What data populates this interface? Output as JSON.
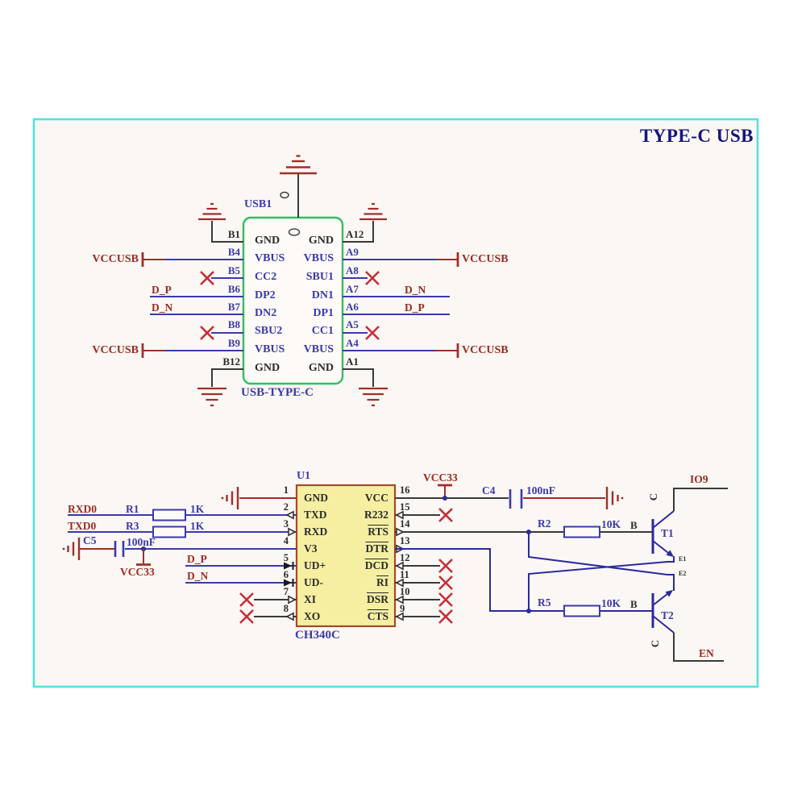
{
  "title": "TYPE-C USB",
  "usb": {
    "designator": "USB1",
    "footprint_label": "USB-TYPE-C",
    "left_pins": [
      {
        "pin": "B1",
        "signal": "GND"
      },
      {
        "pin": "B4",
        "signal": "VBUS"
      },
      {
        "pin": "B5",
        "signal": "CC2"
      },
      {
        "pin": "B6",
        "signal": "DP2"
      },
      {
        "pin": "B7",
        "signal": "DN2"
      },
      {
        "pin": "B8",
        "signal": "SBU2"
      },
      {
        "pin": "B9",
        "signal": "VBUS"
      },
      {
        "pin": "B12",
        "signal": "GND"
      }
    ],
    "right_pins": [
      {
        "pin": "A12",
        "signal": "GND"
      },
      {
        "pin": "A9",
        "signal": "VBUS"
      },
      {
        "pin": "A8",
        "signal": "SBU1"
      },
      {
        "pin": "A7",
        "signal": "DN1"
      },
      {
        "pin": "A6",
        "signal": "DP1"
      },
      {
        "pin": "A5",
        "signal": "CC1"
      },
      {
        "pin": "A4",
        "signal": "VBUS"
      },
      {
        "pin": "A1",
        "signal": "GND"
      }
    ],
    "nets": {
      "vccusb": "VCCUSB",
      "dp": "D_P",
      "dn": "D_N"
    }
  },
  "ch340": {
    "designator": "U1",
    "part": "CH340C",
    "left_pins": [
      {
        "num": "1",
        "signal": "GND"
      },
      {
        "num": "2",
        "signal": "TXD"
      },
      {
        "num": "3",
        "signal": "RXD"
      },
      {
        "num": "4",
        "signal": "V3"
      },
      {
        "num": "5",
        "signal": "UD+"
      },
      {
        "num": "6",
        "signal": "UD-"
      },
      {
        "num": "7",
        "signal": "XI"
      },
      {
        "num": "8",
        "signal": "XO"
      }
    ],
    "right_pins": [
      {
        "num": "16",
        "signal": "VCC"
      },
      {
        "num": "15",
        "signal": "R232"
      },
      {
        "num": "14",
        "signal": "RTS"
      },
      {
        "num": "13",
        "signal": "DTR"
      },
      {
        "num": "12",
        "signal": "DCD"
      },
      {
        "num": "11",
        "signal": "RI"
      },
      {
        "num": "10",
        "signal": "DSR"
      },
      {
        "num": "9",
        "signal": "CTS"
      }
    ]
  },
  "components": {
    "r1": {
      "ref": "R1",
      "value": "1K"
    },
    "r3": {
      "ref": "R3",
      "value": "1K"
    },
    "r2": {
      "ref": "R2",
      "value": "10K"
    },
    "r5": {
      "ref": "R5",
      "value": "10K"
    },
    "c4": {
      "ref": "C4",
      "value": "100nF"
    },
    "c5": {
      "ref": "C5",
      "value": "100nF"
    },
    "t1": {
      "ref": "T1",
      "base": "B",
      "collector": "C",
      "emitter": "E1"
    },
    "t2": {
      "ref": "T2",
      "base": "B",
      "collector": "C",
      "emitter": "E2"
    }
  },
  "nets": {
    "rxd0": "RXD0",
    "txd0": "TXD0",
    "vcc33": "VCC33",
    "dp": "D_P",
    "dn": "D_N",
    "io9": "IO9",
    "en": "EN"
  },
  "colors": {
    "frame": "#55e2e2",
    "wire_blue": "#3a3aad",
    "wire_navy": "#2a2a9e",
    "wire_dark": "#3a3a3a",
    "wire_red": "#a03028",
    "connector_green": "#2fc060",
    "chip_fill": "#f6efa2",
    "chip_border": "#a34b2a",
    "nc_x": "#c62f38",
    "title_navy": "#16167a"
  }
}
